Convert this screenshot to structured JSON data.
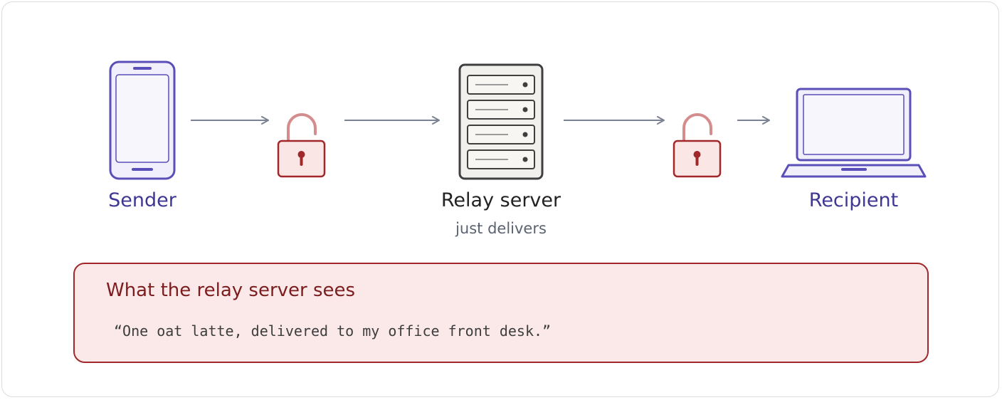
{
  "nodes": {
    "sender": {
      "label": "Sender",
      "icon": "smartphone-icon"
    },
    "relay": {
      "label": "Relay server",
      "sublabel": "just delivers",
      "icon": "server-rack-icon"
    },
    "recipient": {
      "label": "Recipient",
      "icon": "laptop-icon"
    }
  },
  "locks": [
    {
      "icon": "open-padlock-icon",
      "state": "unlocked"
    },
    {
      "icon": "open-padlock-icon",
      "state": "unlocked"
    }
  ],
  "panel": {
    "title": "What the relay server sees",
    "message": "“One oat latte, delivered to my office front desk.”"
  },
  "colors": {
    "accent_purple": "#5a4fb8",
    "device_fill": "#f1effc",
    "lock_red": "#a1282a",
    "lock_fill": "#fbe6e6",
    "arrow": "#7a8291",
    "panel_border": "#a1282a",
    "panel_fill": "#fbe9e9"
  }
}
